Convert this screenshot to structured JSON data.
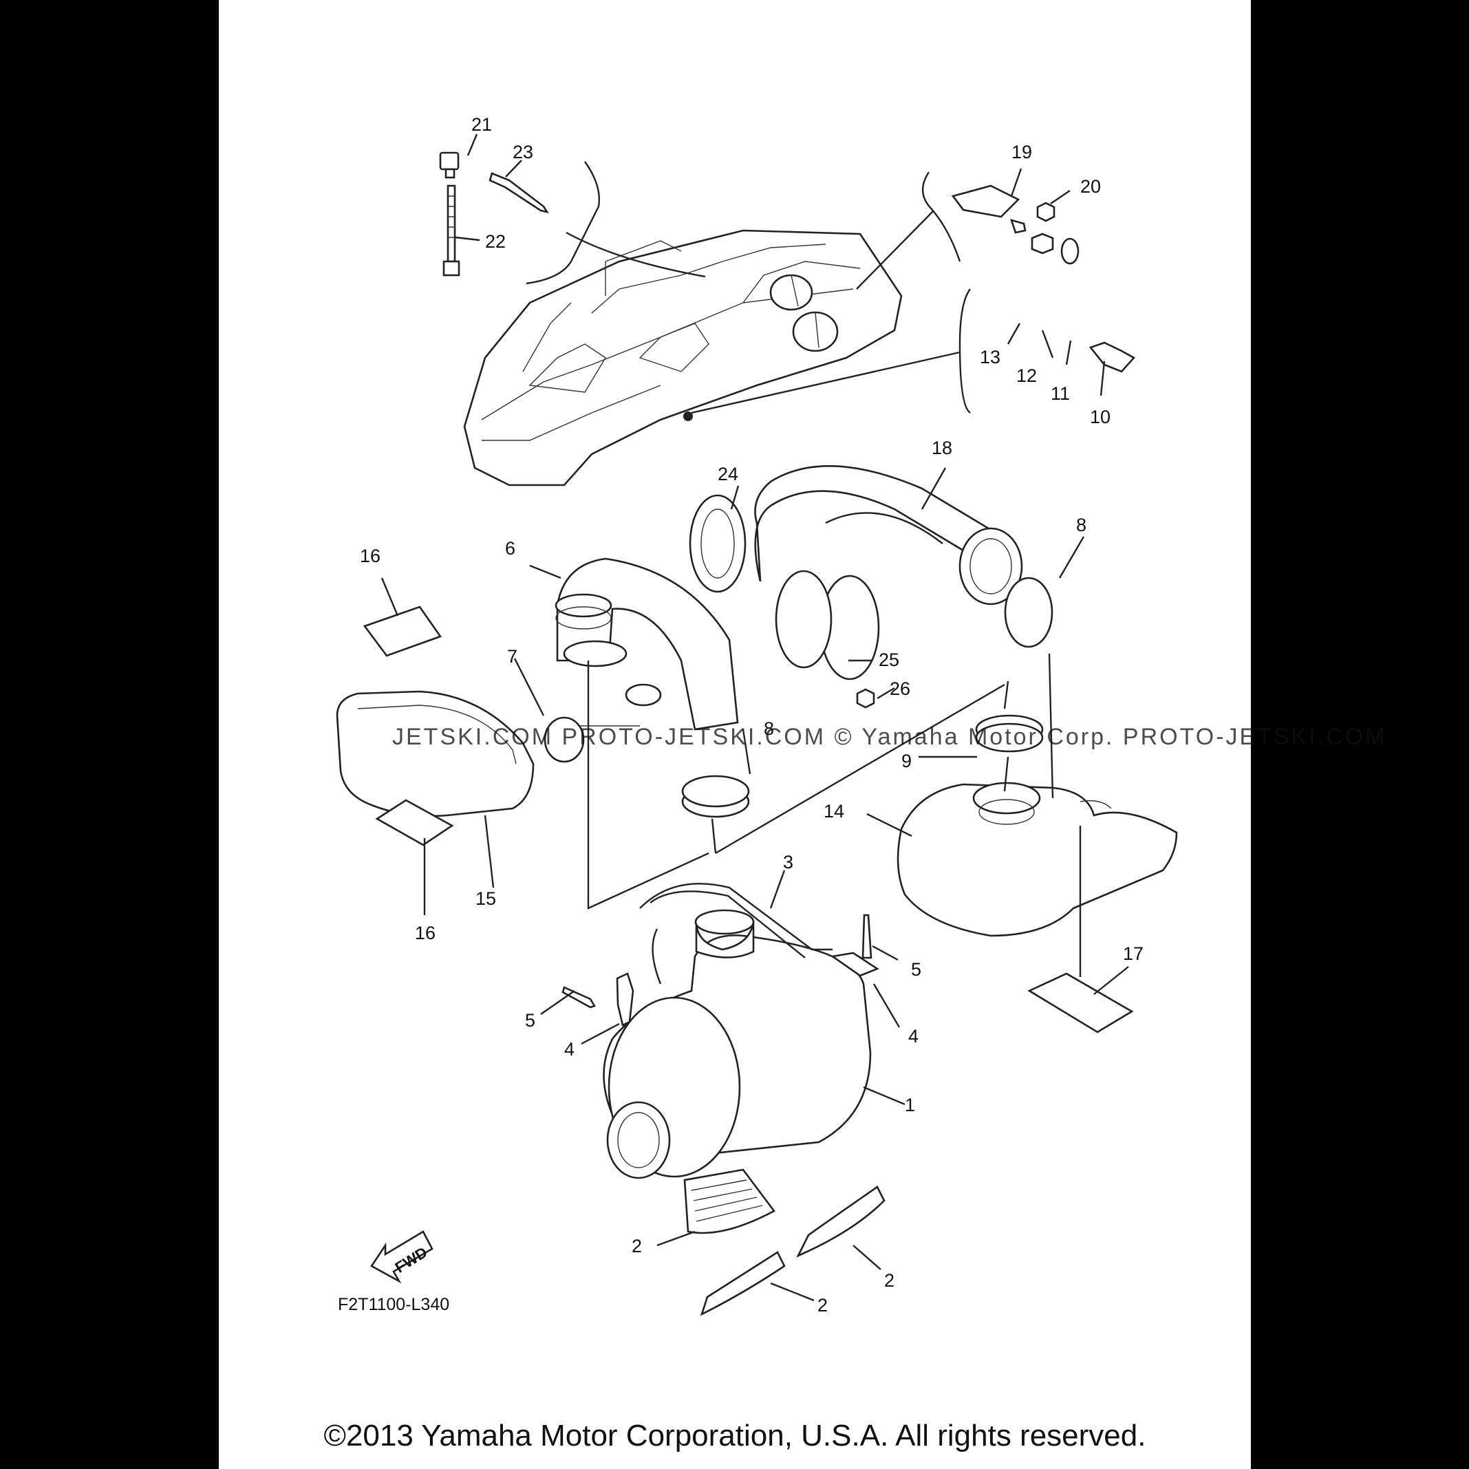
{
  "diagram": {
    "code": "F2T1100-L340",
    "copyright": "©2013 Yamaha Motor Corporation, U.S.A. All rights reserved.",
    "fwd_label": "FWD",
    "watermark": "JETSKI.COM  PROTO-JETSKI.COM  © Yamaha Motor Corp.  PROTO-JETSKI.COM",
    "callouts": [
      {
        "id": "1",
        "text": "1"
      },
      {
        "id": "2a",
        "text": "2"
      },
      {
        "id": "2b",
        "text": "2"
      },
      {
        "id": "2c",
        "text": "2"
      },
      {
        "id": "3",
        "text": "3"
      },
      {
        "id": "4a",
        "text": "4"
      },
      {
        "id": "4b",
        "text": "4"
      },
      {
        "id": "5a",
        "text": "5"
      },
      {
        "id": "5b",
        "text": "5"
      },
      {
        "id": "6",
        "text": "6"
      },
      {
        "id": "7",
        "text": "7"
      },
      {
        "id": "8a",
        "text": "8"
      },
      {
        "id": "8b",
        "text": "8"
      },
      {
        "id": "9",
        "text": "9"
      },
      {
        "id": "10",
        "text": "10"
      },
      {
        "id": "11",
        "text": "11"
      },
      {
        "id": "12",
        "text": "12"
      },
      {
        "id": "13",
        "text": "13"
      },
      {
        "id": "14",
        "text": "14"
      },
      {
        "id": "15",
        "text": "15"
      },
      {
        "id": "16a",
        "text": "16"
      },
      {
        "id": "16b",
        "text": "16"
      },
      {
        "id": "17",
        "text": "17"
      },
      {
        "id": "18",
        "text": "18"
      },
      {
        "id": "19",
        "text": "19"
      },
      {
        "id": "20",
        "text": "20"
      },
      {
        "id": "21",
        "text": "21"
      },
      {
        "id": "22",
        "text": "22"
      },
      {
        "id": "23",
        "text": "23"
      },
      {
        "id": "24",
        "text": "24"
      },
      {
        "id": "25",
        "text": "25"
      },
      {
        "id": "26",
        "text": "26"
      }
    ]
  }
}
